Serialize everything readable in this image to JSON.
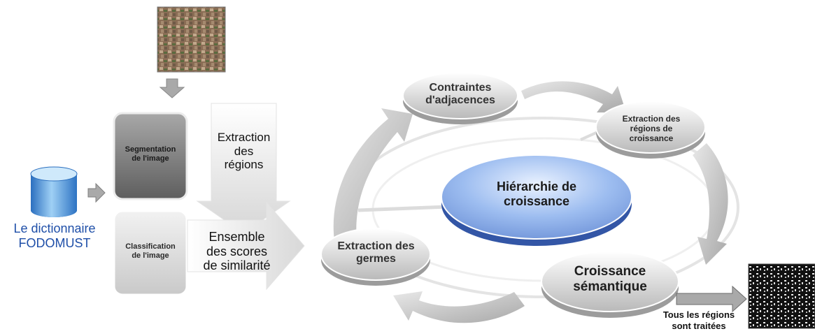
{
  "left": {
    "dictionary_line1": "Le dictionnaire",
    "dictionary_line2": "FODOMUST",
    "segmentation": [
      "Segmentation",
      "de l'image"
    ],
    "classification": [
      "Classification",
      "de l'image"
    ],
    "extraction_regions": [
      "Extraction",
      "des",
      "régions"
    ],
    "ensemble": [
      "Ensemble",
      "des scores",
      "de similarité"
    ]
  },
  "cycle": {
    "center": [
      "Hiérarchie de",
      "croissance"
    ],
    "contraintes": [
      "Contraintes",
      "d'adjacences"
    ],
    "extraction_regions_croissance": [
      "Extraction des",
      "régions de",
      "croissance"
    ],
    "croissance_semantique": [
      "Croissance",
      "sémantique"
    ],
    "extraction_germes": [
      "Extraction des",
      "germes"
    ]
  },
  "output": {
    "label": [
      "Tous les régions",
      "sont traitées"
    ]
  },
  "colors": {
    "dict_text": "#1f4fa8",
    "center_disc": "#7fa3e0",
    "gray_arrow": "#c8c8c8"
  }
}
